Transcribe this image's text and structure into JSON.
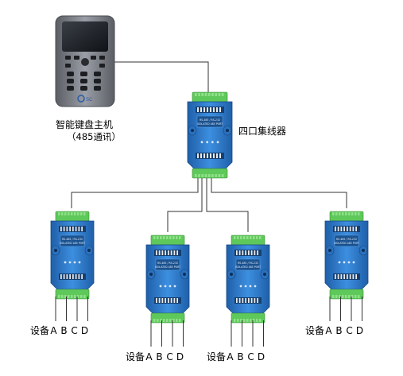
{
  "keyboard": {
    "title": "智能键盘主机",
    "subtitle": "（485通讯）",
    "brand": "SC"
  },
  "hub": {
    "title": "四口集线器",
    "device_text": {
      "line1": "RS-485 / RS-232",
      "line2": "ISOLATED 485 PORT"
    }
  },
  "devices": [
    {
      "name": "设备",
      "ports": [
        "A",
        "B",
        "C",
        "D"
      ]
    },
    {
      "name": "设备",
      "ports": [
        "A",
        "B",
        "C",
        "D"
      ]
    },
    {
      "name": "设备",
      "ports": [
        "A",
        "B",
        "C",
        "D"
      ]
    },
    {
      "name": "设备",
      "ports": [
        "A",
        "B",
        "C",
        "D"
      ]
    }
  ],
  "colors": {
    "module_blue": "#2f7fd0",
    "terminal_green": "#5fc85a",
    "wire": "#333333",
    "keyboard_body": "#7c7f86"
  }
}
